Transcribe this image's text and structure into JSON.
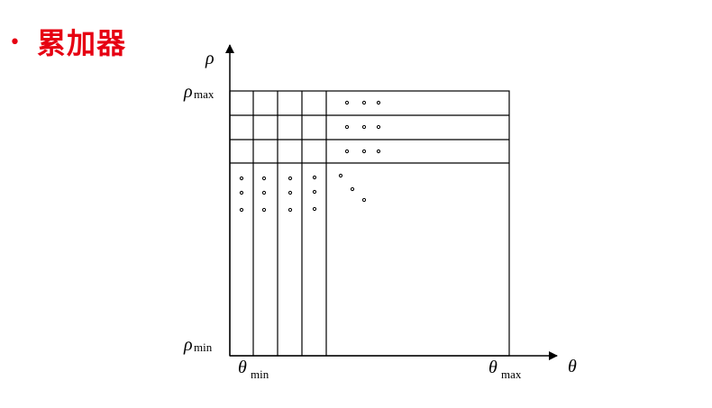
{
  "slide": {
    "bullet_symbol": "•",
    "heading": "累加器",
    "colors": {
      "heading": "#e60012",
      "lines": "#000000"
    }
  },
  "diagram": {
    "y_axis_symbol": "ρ",
    "x_axis_symbol": "θ",
    "rho_max_symbol": "ρ",
    "rho_max_sub": "max",
    "rho_min_symbol": "ρ",
    "rho_min_sub": "min",
    "theta_min_symbol": "θ",
    "theta_min_sub": "min",
    "theta_max_symbol": "θ",
    "theta_max_sub": "max"
  }
}
